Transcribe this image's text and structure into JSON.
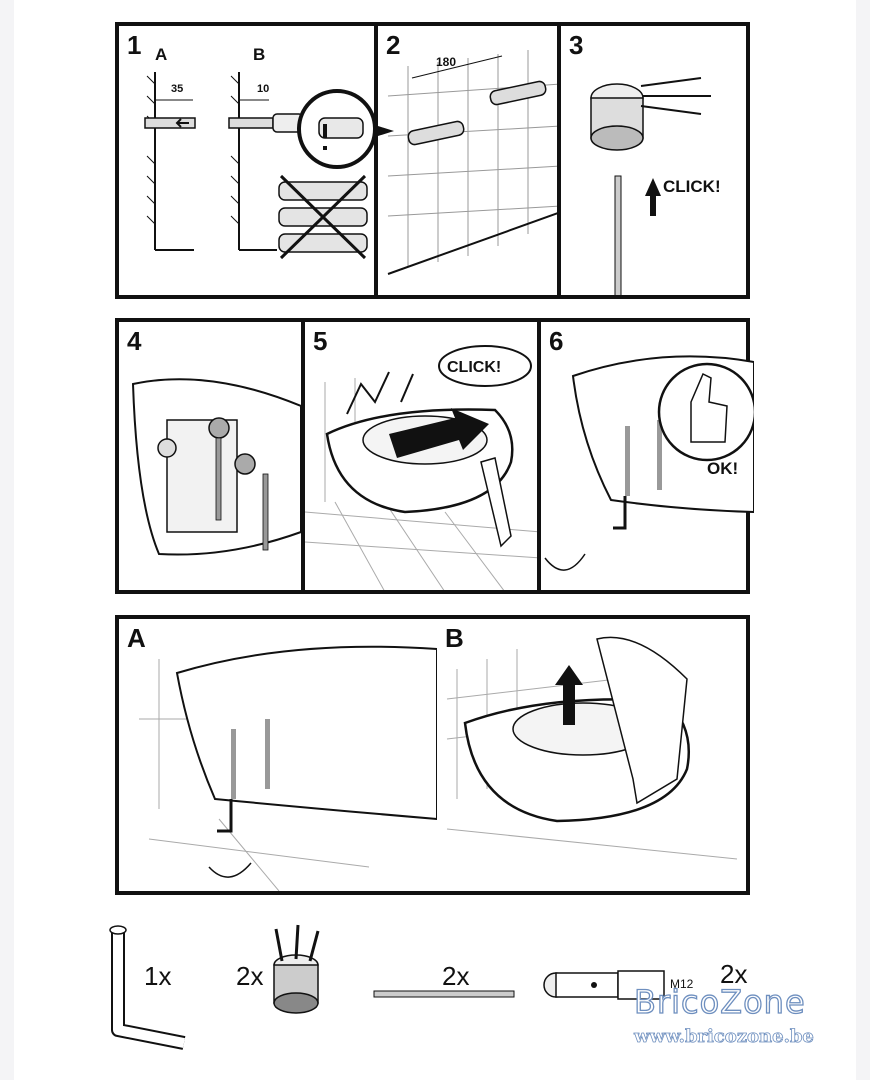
{
  "steps": {
    "s1": {
      "number": "1",
      "a": "A",
      "b": "B",
      "dim_a": "35",
      "dim_b": "10"
    },
    "s2": {
      "number": "2",
      "dim": "180"
    },
    "s3": {
      "number": "3",
      "callout": "CLICK!"
    },
    "s4": {
      "number": "4"
    },
    "s5": {
      "number": "5",
      "callout": "CLICK!"
    },
    "s6": {
      "number": "6",
      "callout": "OK!"
    }
  },
  "removal": {
    "a": "A",
    "b": "B"
  },
  "parts": [
    {
      "name": "bent-pipe",
      "qty": "1x"
    },
    {
      "name": "fixing-clip",
      "qty": "2x"
    },
    {
      "name": "threaded-rod",
      "qty": "2x"
    },
    {
      "name": "anchor-bolt",
      "qty": "2x",
      "label": "M12"
    }
  ],
  "watermark": {
    "brand": "BricoZone",
    "url": "www.bricozone.be"
  }
}
